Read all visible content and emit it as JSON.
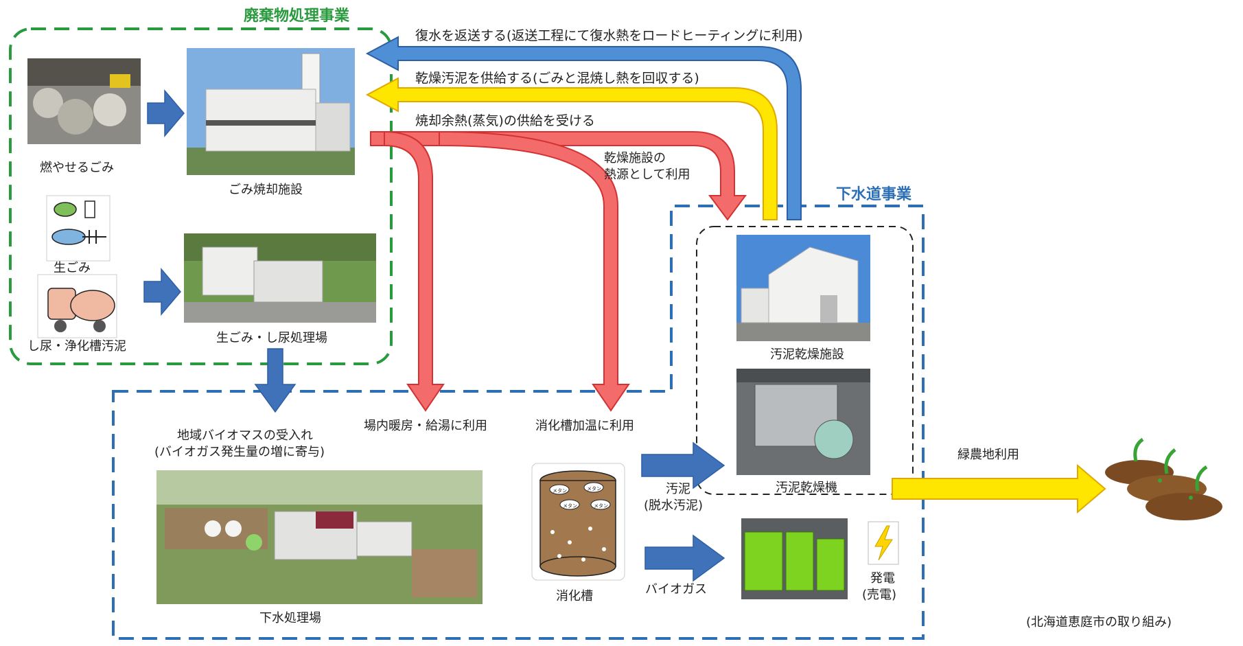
{
  "groups": {
    "waste": "廃棄物処理事業",
    "sewer": "下水道事業"
  },
  "flows": {
    "return_water": "復水を返送する(返送工程にて復水熱をロードヒーティングに利用)",
    "dry_sludge": "乾燥汚泥を供給する(ごみと混焼し熱を回収する)",
    "waste_heat": "焼却余熱(蒸気)の供給を受ける",
    "dryer_heat_1": "乾燥施設の",
    "dryer_heat_2": "熱源として利用",
    "heating": "場内暖房・給湯に利用",
    "digester_heat": "消化槽加温に利用",
    "sludge_1": "汚泥",
    "sludge_2": "(脱水汚泥)",
    "biogas": "バイオガス",
    "green_use": "緑農地利用"
  },
  "items": {
    "burnable": "燃やせるごみ",
    "incinerator": "ごみ焼却施設",
    "food_waste": "生ごみ",
    "night_soil": "し尿・浄化槽汚泥",
    "treatment": "生ごみ・し尿処理場",
    "biomass_1": "地域バイオマスの受入れ",
    "biomass_2": "(バイオガス発生量の増に寄与)",
    "sewage_plant": "下水処理場",
    "digester": "消化槽",
    "dry_facility": "汚泥乾燥施設",
    "dryer": "汚泥乾燥機",
    "power_1": "発電",
    "power_2": "(売電)",
    "credit": "(北海道恵庭市の取り組み)"
  },
  "digester_badge": "メタン",
  "colors": {
    "green_border": "#2a9a3e",
    "blue_border": "#2c6fb5",
    "arrow_blue": "#3f72b8",
    "arrow_red": "#f36b6b",
    "arrow_yellow": "#ffe600",
    "arrow_lightblue": "#4f8fd6"
  }
}
